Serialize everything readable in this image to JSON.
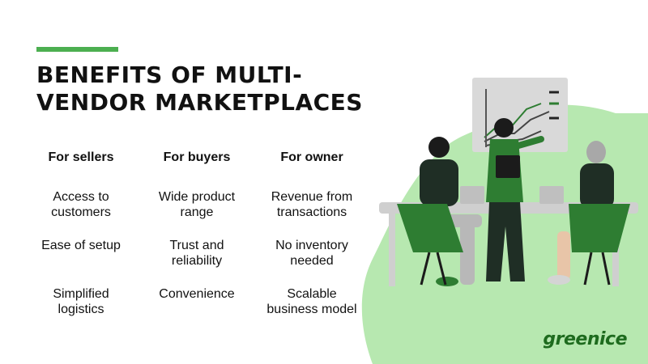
{
  "title": "BENEFITS OF MULTI-VENDOR MARKETPLACES",
  "columns": [
    {
      "heading": "For sellers",
      "items": [
        "Access to\ncustomers",
        "Ease of setup",
        "Simplified\nlogistics"
      ]
    },
    {
      "heading": "For buyers",
      "items": [
        "Wide product\nrange",
        "Trust and\nreliability",
        "Convenience"
      ]
    },
    {
      "heading": "For owner",
      "items": [
        "Revenue from\ntransactions",
        "No inventory\nneeded",
        "Scalable\nbusiness model"
      ]
    }
  ],
  "brand": {
    "logo_text": "greenice"
  },
  "colors": {
    "accent": "#4caf50",
    "blob": "#b7e8b0",
    "dark_green": "#1f4d2b",
    "chair_green": "#2e7d32",
    "board_gray": "#d9d9d9"
  }
}
